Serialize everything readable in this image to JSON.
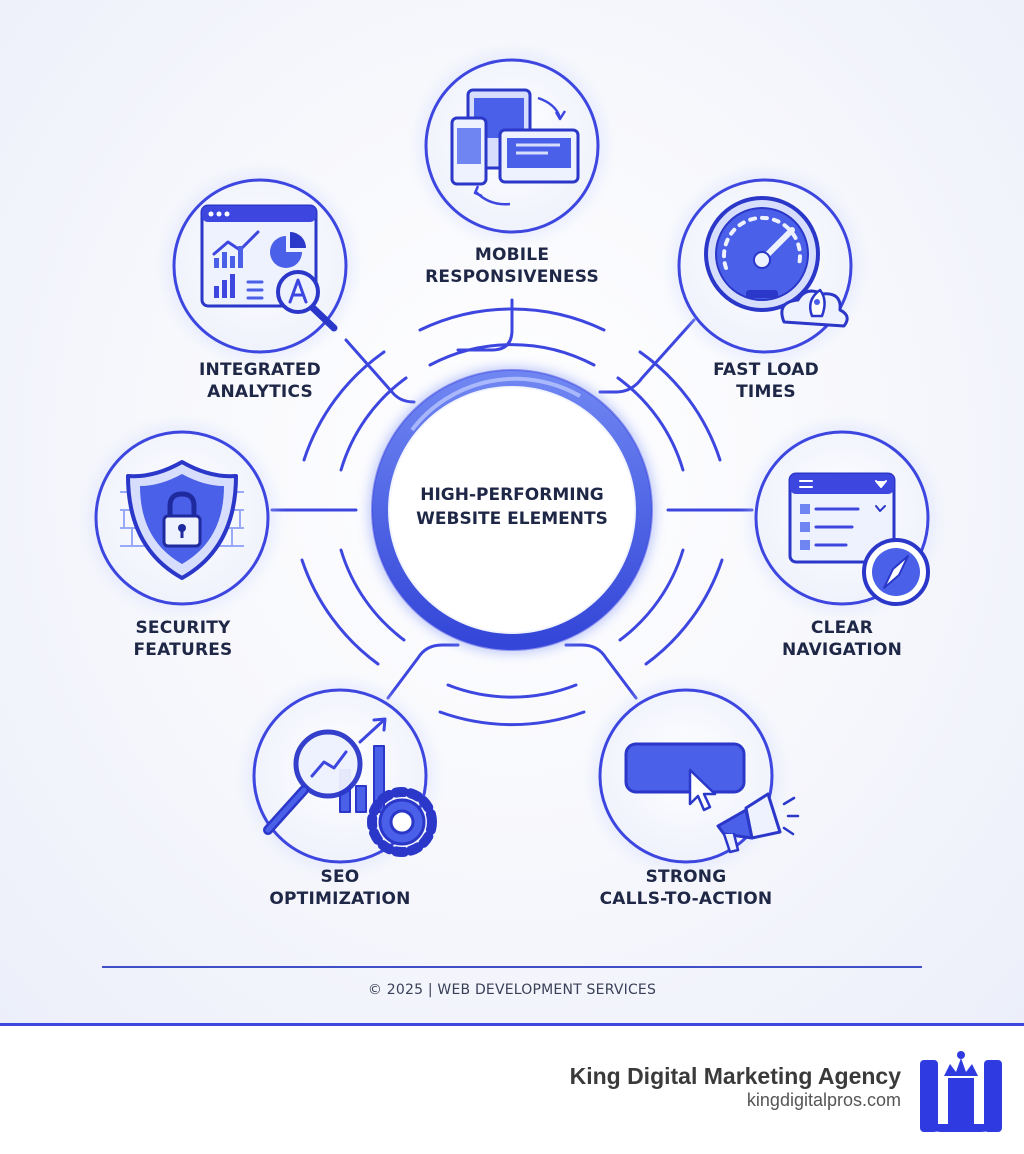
{
  "center": {
    "line1": "HIGH-PERFORMING",
    "line2": "WEBSITE ELEMENTS"
  },
  "elements": [
    {
      "line1": "MOBILE",
      "line2": "RESPONSIVENESS",
      "icon": "devices-icon"
    },
    {
      "line1": "FAST LOAD",
      "line2": "TIMES",
      "icon": "speedometer-icon"
    },
    {
      "line1": "CLEAR",
      "line2": "NAVIGATION",
      "icon": "navigation-icon"
    },
    {
      "line1": "STRONG",
      "line2": "CALLS-TO-ACTION",
      "icon": "cta-button-icon"
    },
    {
      "line1": "SEO",
      "line2": "OPTIMIZATION",
      "icon": "seo-icon"
    },
    {
      "line1": "SECURITY",
      "line2": "FEATURES",
      "icon": "shield-lock-icon"
    },
    {
      "line1": "INTEGRATED",
      "line2": "ANALYTICS",
      "icon": "analytics-icon"
    }
  ],
  "footer": {
    "copyright": "© 2025 | WEB DEVELOPMENT SERVICES"
  },
  "brand": {
    "name": "King Digital Marketing Agency",
    "url": "kingdigitalpros.com"
  },
  "colors": {
    "accent": "#3d47e0",
    "accent_light": "#6f86f2",
    "text": "#1f2747"
  }
}
